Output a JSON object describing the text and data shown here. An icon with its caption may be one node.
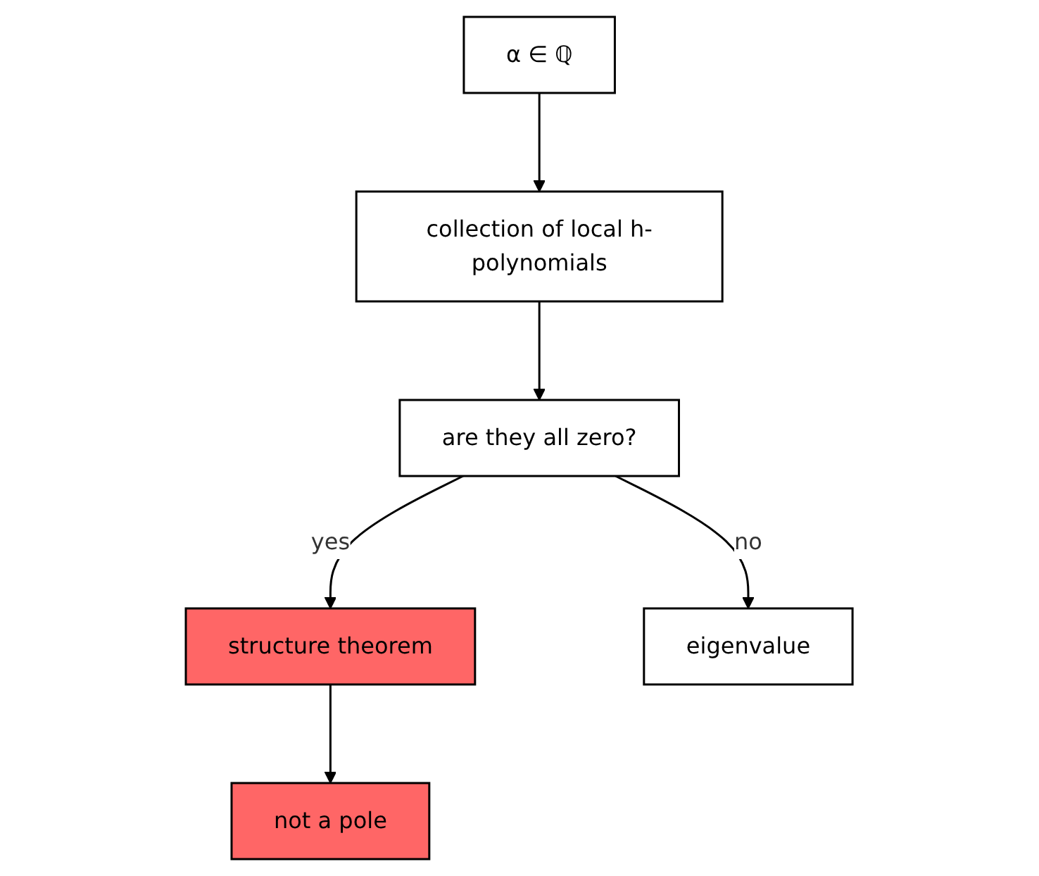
{
  "diagram": {
    "nodes": [
      {
        "text": [
          "α ∈ ℚ"
        ]
      },
      {
        "text": [
          "collection of local h-polynomials"
        ]
      },
      {
        "text": [
          "are they all zero?"
        ]
      },
      {
        "text": [
          "structure theorem"
        ]
      },
      {
        "text": [
          "eigenvalue"
        ]
      },
      {
        "text": [
          "not a pole"
        ]
      }
    ],
    "edges": [
      {
        "from": 0,
        "to": 1,
        "arrow": "to"
      },
      {
        "from": 1,
        "to": 2,
        "arrow": "to"
      },
      {
        "from": 2,
        "to": 3,
        "arrow": "to",
        "label": "yes"
      },
      {
        "from": 2,
        "to": 4,
        "arrow": "to",
        "label": "no"
      },
      {
        "from": 3,
        "to": 5,
        "arrow": "to"
      }
    ]
  }
}
